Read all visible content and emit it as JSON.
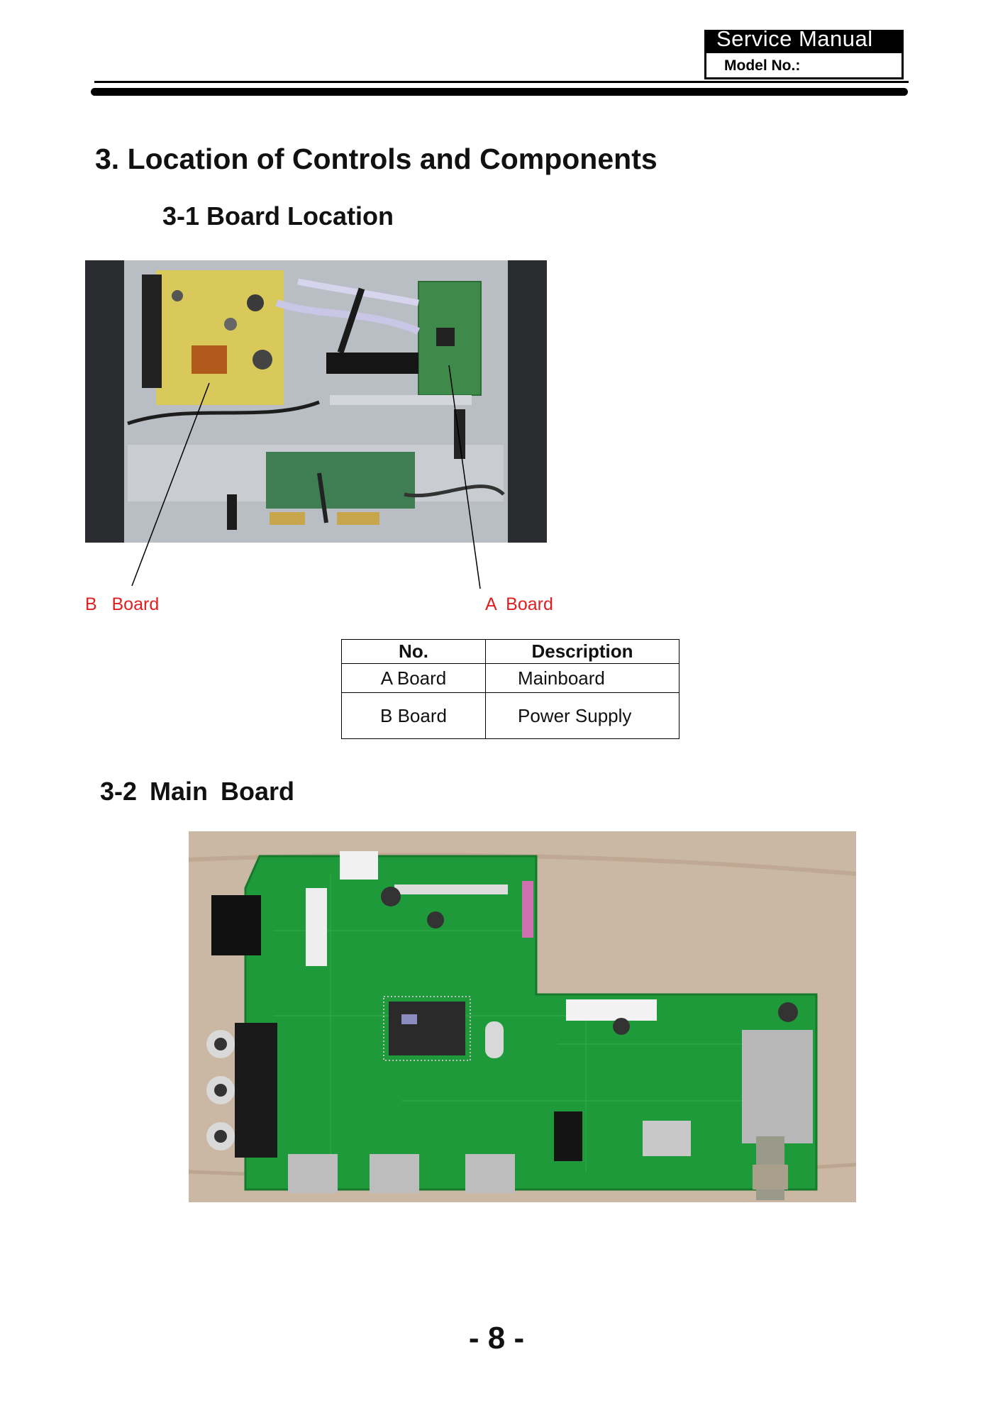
{
  "header": {
    "title": "Service Manual",
    "model_label": "Model No.:"
  },
  "section_title": "3. Location of Controls and Components",
  "subsection_1": "3-1 Board Location",
  "callouts": {
    "b_board": "B   Board",
    "a_board": "A  Board"
  },
  "table": {
    "headers": [
      "No.",
      "Description"
    ],
    "rows": [
      [
        "A  Board",
        "Mainboard"
      ],
      [
        "B  Board",
        "Power Supply"
      ]
    ]
  },
  "subsection_2": "3-2 Main   Board",
  "page_number": "- 8 -"
}
